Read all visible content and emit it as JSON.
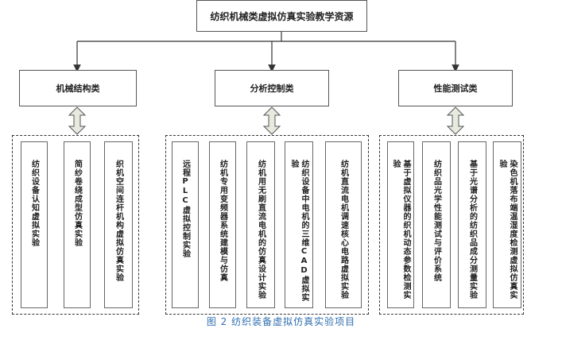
{
  "root": {
    "label": "纺织机械类虚拟仿真实验教学资源"
  },
  "categories": [
    {
      "label": "机械结构类"
    },
    {
      "label": "分析控制类"
    },
    {
      "label": "性能测试类"
    }
  ],
  "groups": [
    {
      "items": [
        "纺织设备认知虚拟实验",
        "简纱卷绕成型仿真实验",
        "织机空间连杆机构虚拟仿真实验"
      ]
    },
    {
      "items": [
        "远程PLC虚拟控制实验",
        "纺机专用变频器系统建模与仿真",
        "纺机用无刷直流电机的仿真设计实验",
        "纺织设备中电机的三维CAD虚拟实验",
        "纺机直流电机调速核心电路虚拟实验"
      ]
    },
    {
      "items": [
        "基于虚拟仪器的织机动态参数检测实验",
        "纺织品光学性能测试与评价系统",
        "基于光谱分析的纺织品成分测量实验",
        "染色机落布端温湿度检测虚拟仿真实验"
      ]
    }
  ],
  "caption": "图 2 纺织装备虚拟仿真实验项目"
}
